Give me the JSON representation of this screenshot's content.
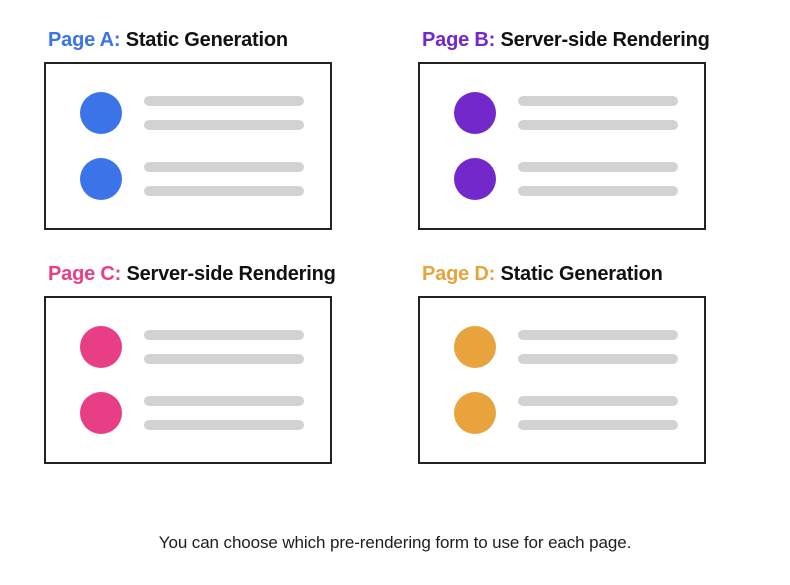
{
  "diagram": {
    "caption": "You can choose which pre-rendering form to use for each page.",
    "cards": [
      {
        "tag": "Page A:",
        "mode": "Static Generation",
        "accent": "#3b73e8",
        "rows": [
          {
            "lines": [
              "",
              ""
            ]
          },
          {
            "lines": [
              "",
              ""
            ]
          }
        ]
      },
      {
        "tag": "Page B:",
        "mode": "Server-side Rendering",
        "accent": "#7328cc",
        "rows": [
          {
            "lines": [
              "",
              ""
            ]
          },
          {
            "lines": [
              "",
              ""
            ]
          }
        ]
      },
      {
        "tag": "Page C:",
        "mode": "Server-side Rendering",
        "accent": "#e83e86",
        "rows": [
          {
            "lines": [
              "",
              ""
            ]
          },
          {
            "lines": [
              "",
              ""
            ]
          }
        ]
      },
      {
        "tag": "Page D:",
        "mode": "Static Generation",
        "accent": "#e8a33d",
        "rows": [
          {
            "lines": [
              "",
              ""
            ]
          },
          {
            "lines": [
              "",
              ""
            ]
          }
        ]
      }
    ]
  },
  "colors": {
    "card_border": "#232323",
    "placeholder_line": "#d2d2d2",
    "title_text": "#111111",
    "caption_text": "#1d1d1f",
    "background": "#ffffff"
  }
}
